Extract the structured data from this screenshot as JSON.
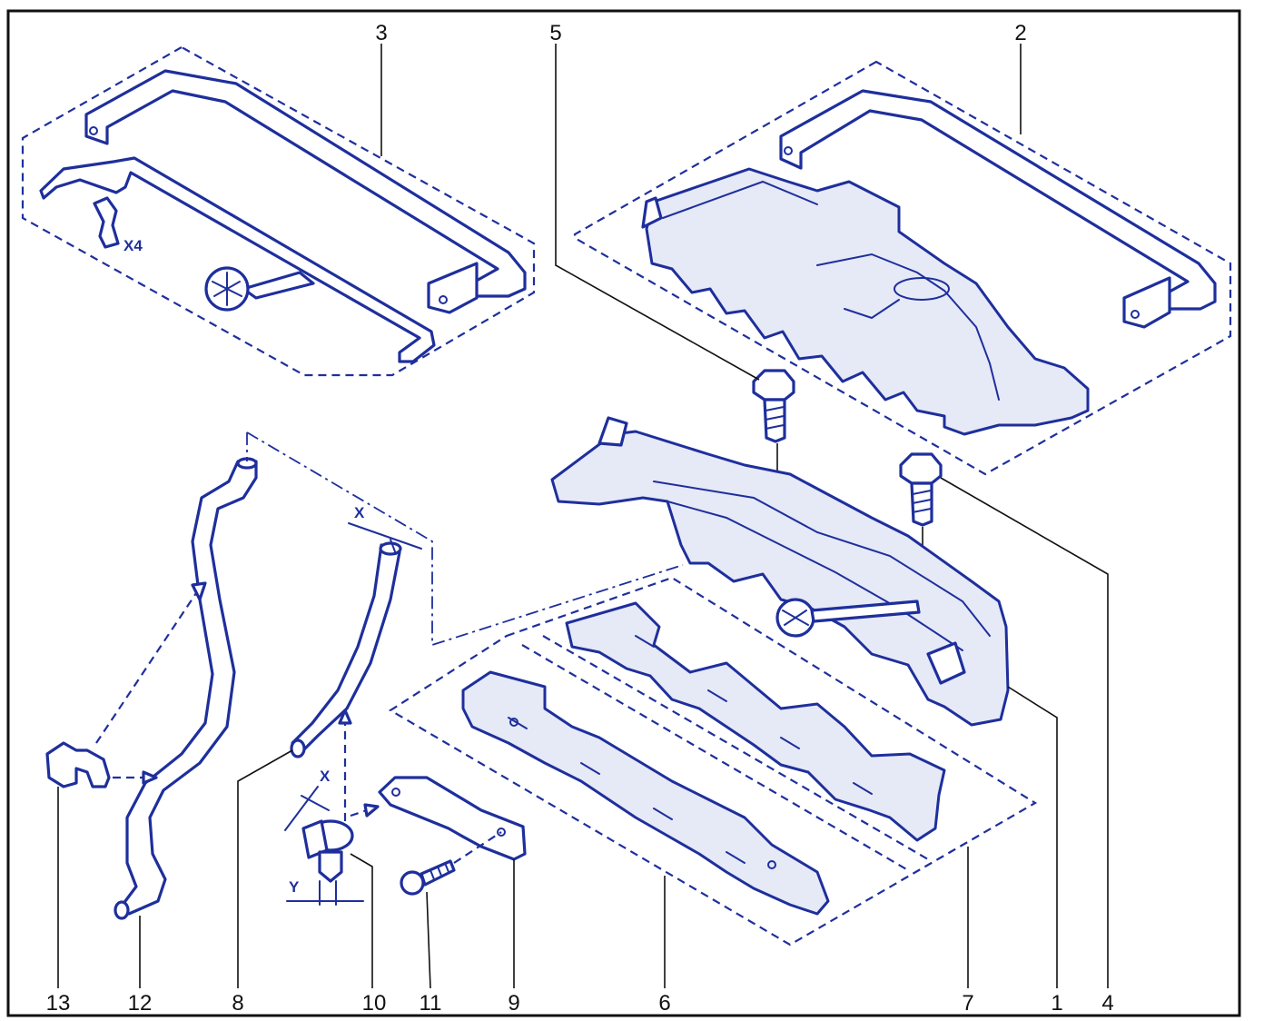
{
  "callouts": {
    "c1": "1",
    "c2": "2",
    "c3": "3",
    "c4": "4",
    "c5": "5",
    "c6": "6",
    "c7": "7",
    "c8": "8",
    "c9": "9",
    "c10": "10",
    "c11": "11",
    "c12": "12",
    "c13": "13"
  },
  "marks": {
    "quantity": "X4",
    "dim_x_hose": "X",
    "dim_x_clamp": "X",
    "dim_y_clamp": "Y"
  },
  "colors": {
    "line_art": "#1e2f9c",
    "text": "#111111",
    "background": "#ffffff"
  }
}
